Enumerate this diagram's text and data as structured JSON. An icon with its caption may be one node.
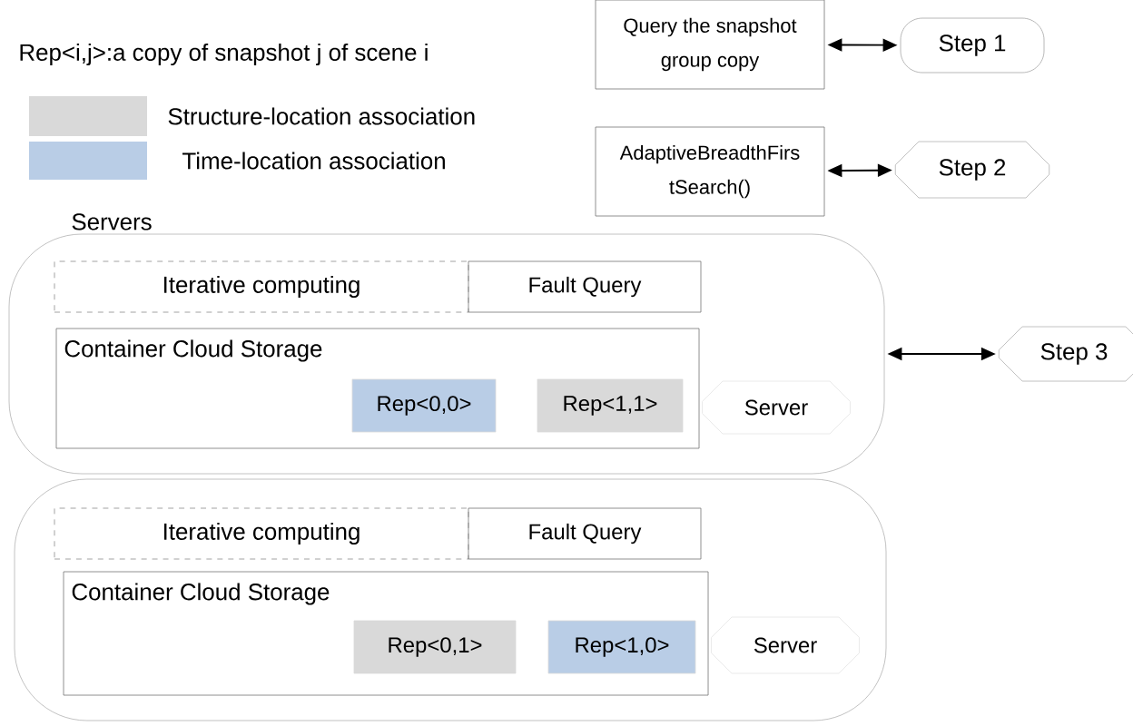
{
  "diagram": {
    "nodes": [
      {
        "text": [
          "Query the snapshot group copy"
        ]
      },
      {
        "text": [
          "Step 1"
        ]
      },
      {
        "text": [
          "AdaptiveBreadthFirs tSearch()"
        ]
      },
      {
        "text": [
          "Step 2"
        ]
      },
      {
        "text": [
          "Servers"
        ]
      },
      {
        "text": [
          "Iterative computing"
        ],
        "in": 4
      },
      {
        "text": [
          "Fault Query"
        ],
        "in": 4
      },
      {
        "text": [
          "Container Cloud Storage"
        ],
        "in": 4
      },
      {
        "text": [
          "Rep<0,0>"
        ],
        "in": 7
      },
      {
        "text": [
          "Rep<1,1>"
        ],
        "in": 7
      },
      {
        "text": [
          "Server"
        ],
        "in": 4
      },
      {
        "text": [
          "Step 3"
        ]
      },
      {
        "text": [],
        "shape": "box"
      },
      {
        "text": [
          "Iterative computing"
        ],
        "in": 12
      },
      {
        "text": [
          "Fault Query"
        ],
        "in": 12
      },
      {
        "text": [
          "Container Cloud Storage"
        ],
        "in": 12
      },
      {
        "text": [
          "Rep<0,1>"
        ],
        "in": 15
      },
      {
        "text": [
          "Rep<1,0>"
        ],
        "in": 15
      },
      {
        "text": [
          "Server"
        ],
        "in": 12
      }
    ],
    "edges": [
      {
        "from": 0,
        "to": 1,
        "arrow": "both"
      },
      {
        "from": 2,
        "to": 3,
        "arrow": "both"
      },
      {
        "from": 4,
        "to": 11,
        "arrow": "both"
      }
    ],
    "labels": [
      "Rep<i,j>:a copy of snapshot j of scene i"
    ],
    "legend": [
      {
        "text": "Structure-location association",
        "color": "#d9d9d9"
      },
      {
        "text": "Time-location association",
        "color": "#b9cde6"
      }
    ]
  }
}
